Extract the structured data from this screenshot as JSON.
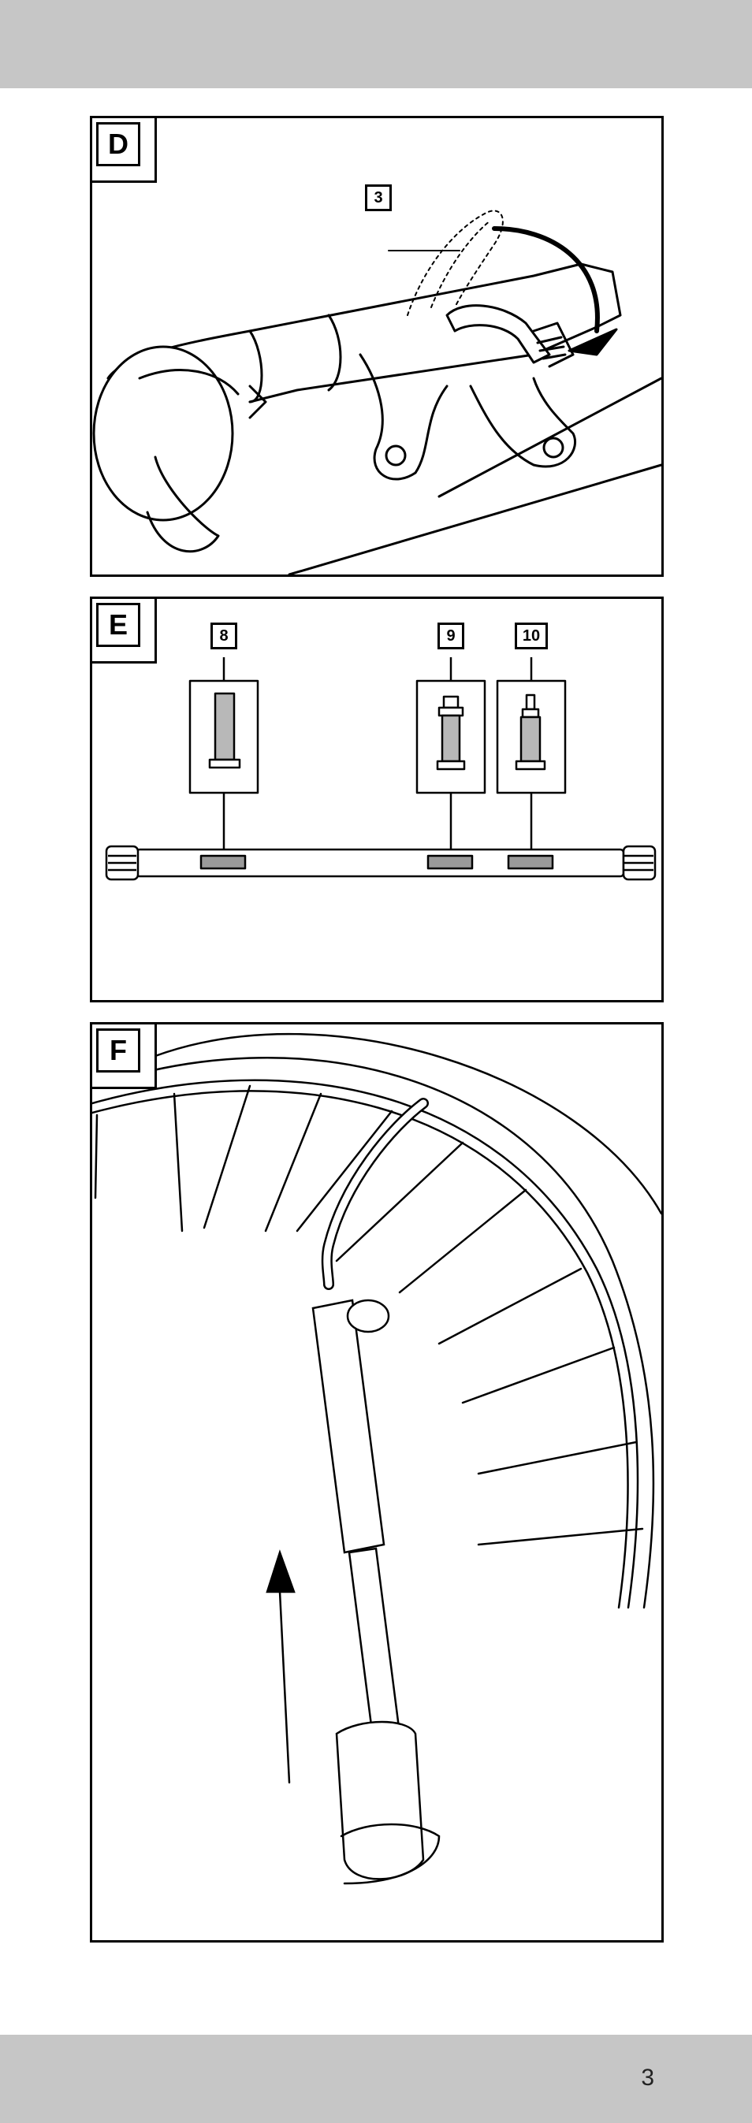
{
  "panels": [
    {
      "letter": "D",
      "callouts": [
        "3"
      ]
    },
    {
      "letter": "E",
      "callouts": [
        "8",
        "9",
        "10"
      ]
    },
    {
      "letter": "F",
      "callouts": []
    }
  ],
  "footer": {
    "page_number": "3"
  },
  "colors": {
    "bar": "#c6c6c6",
    "ink": "#000000"
  }
}
